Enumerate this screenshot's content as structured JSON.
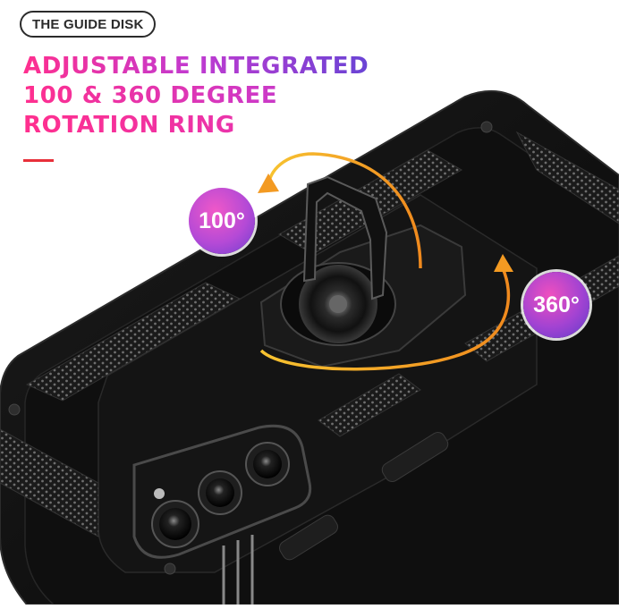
{
  "header": {
    "tag_label": "THE GUIDE DISK",
    "headline_lines": [
      "ADJUSTABLE INTEGRATED",
      "100 & 360 DEGREE",
      "ROTATION RING"
    ]
  },
  "badges": {
    "left_label": "100°",
    "right_label": "360°"
  },
  "colors": {
    "accent_line": "#e8303a",
    "gradient_start": "#ff2f8e",
    "gradient_end": "#5a45d6",
    "arrow": "#f6a623",
    "case": "#121212"
  },
  "icons": [
    "rotation-arrow-icon",
    "ring-holder-icon",
    "camera-lens-icon"
  ]
}
